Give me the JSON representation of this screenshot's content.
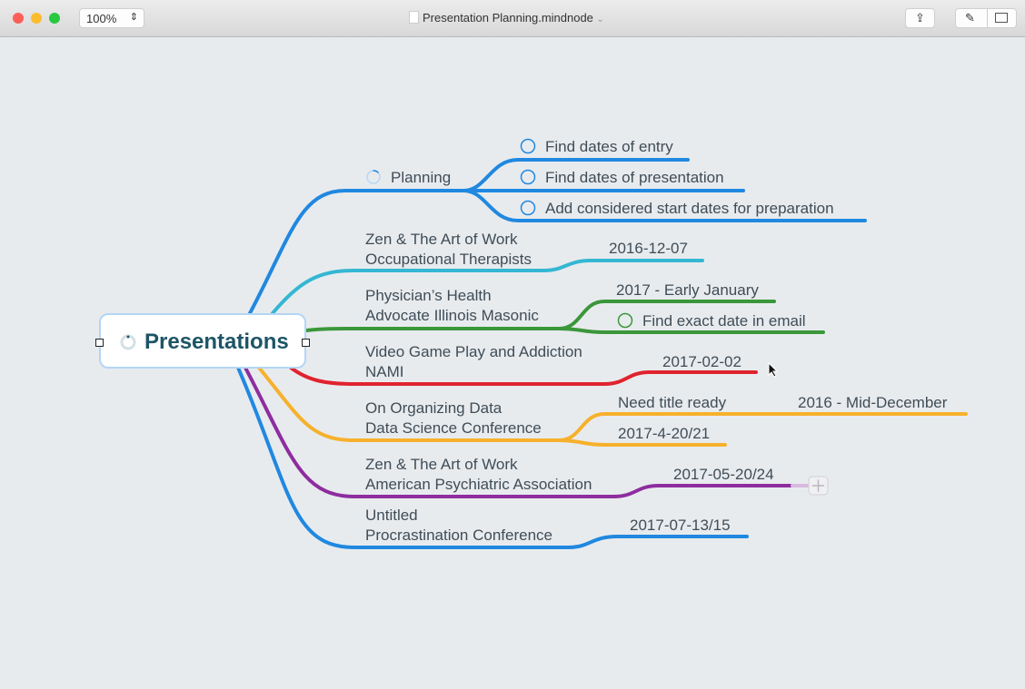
{
  "window": {
    "zoom": "100%",
    "title": "Presentation Planning.mindnode"
  },
  "root": {
    "label": "Presentations"
  },
  "branches": [
    {
      "lines": [
        "Planning"
      ],
      "color": "#2088e0",
      "children": [
        "Find dates of entry",
        "Find dates of presentation",
        "Add considered start dates for preparation"
      ]
    },
    {
      "lines": [
        "Zen & The Art of Work",
        "Occupational Therapists"
      ],
      "color": "#34b7d3",
      "children": [
        "2016-12-07"
      ]
    },
    {
      "lines": [
        "Physician’s Health",
        "Advocate Illinois Masonic"
      ],
      "color": "#3a973a",
      "children": [
        "2017 - Early January",
        "Find exact date in email"
      ]
    },
    {
      "lines": [
        "Video Game Play and Addiction",
        "NAMI"
      ],
      "color": "#e0232e",
      "children": [
        "2017-02-02"
      ]
    },
    {
      "lines": [
        "On Organizing Data",
        "Data Science Conference"
      ],
      "color": "#f6b12c",
      "children": [
        "Need title ready",
        "2017-4-20/21"
      ],
      "grandchild": "2016 - Mid-December"
    },
    {
      "lines": [
        "Zen & The Art of Work",
        "American Psychiatric Association"
      ],
      "color": "#8e2d9f",
      "children": [
        "2017-05-20/24"
      ]
    },
    {
      "lines": [
        "Untitled",
        "Procrastination Conference"
      ],
      "color": "#2088e0",
      "children": [
        "2017-07-13/15"
      ]
    }
  ]
}
